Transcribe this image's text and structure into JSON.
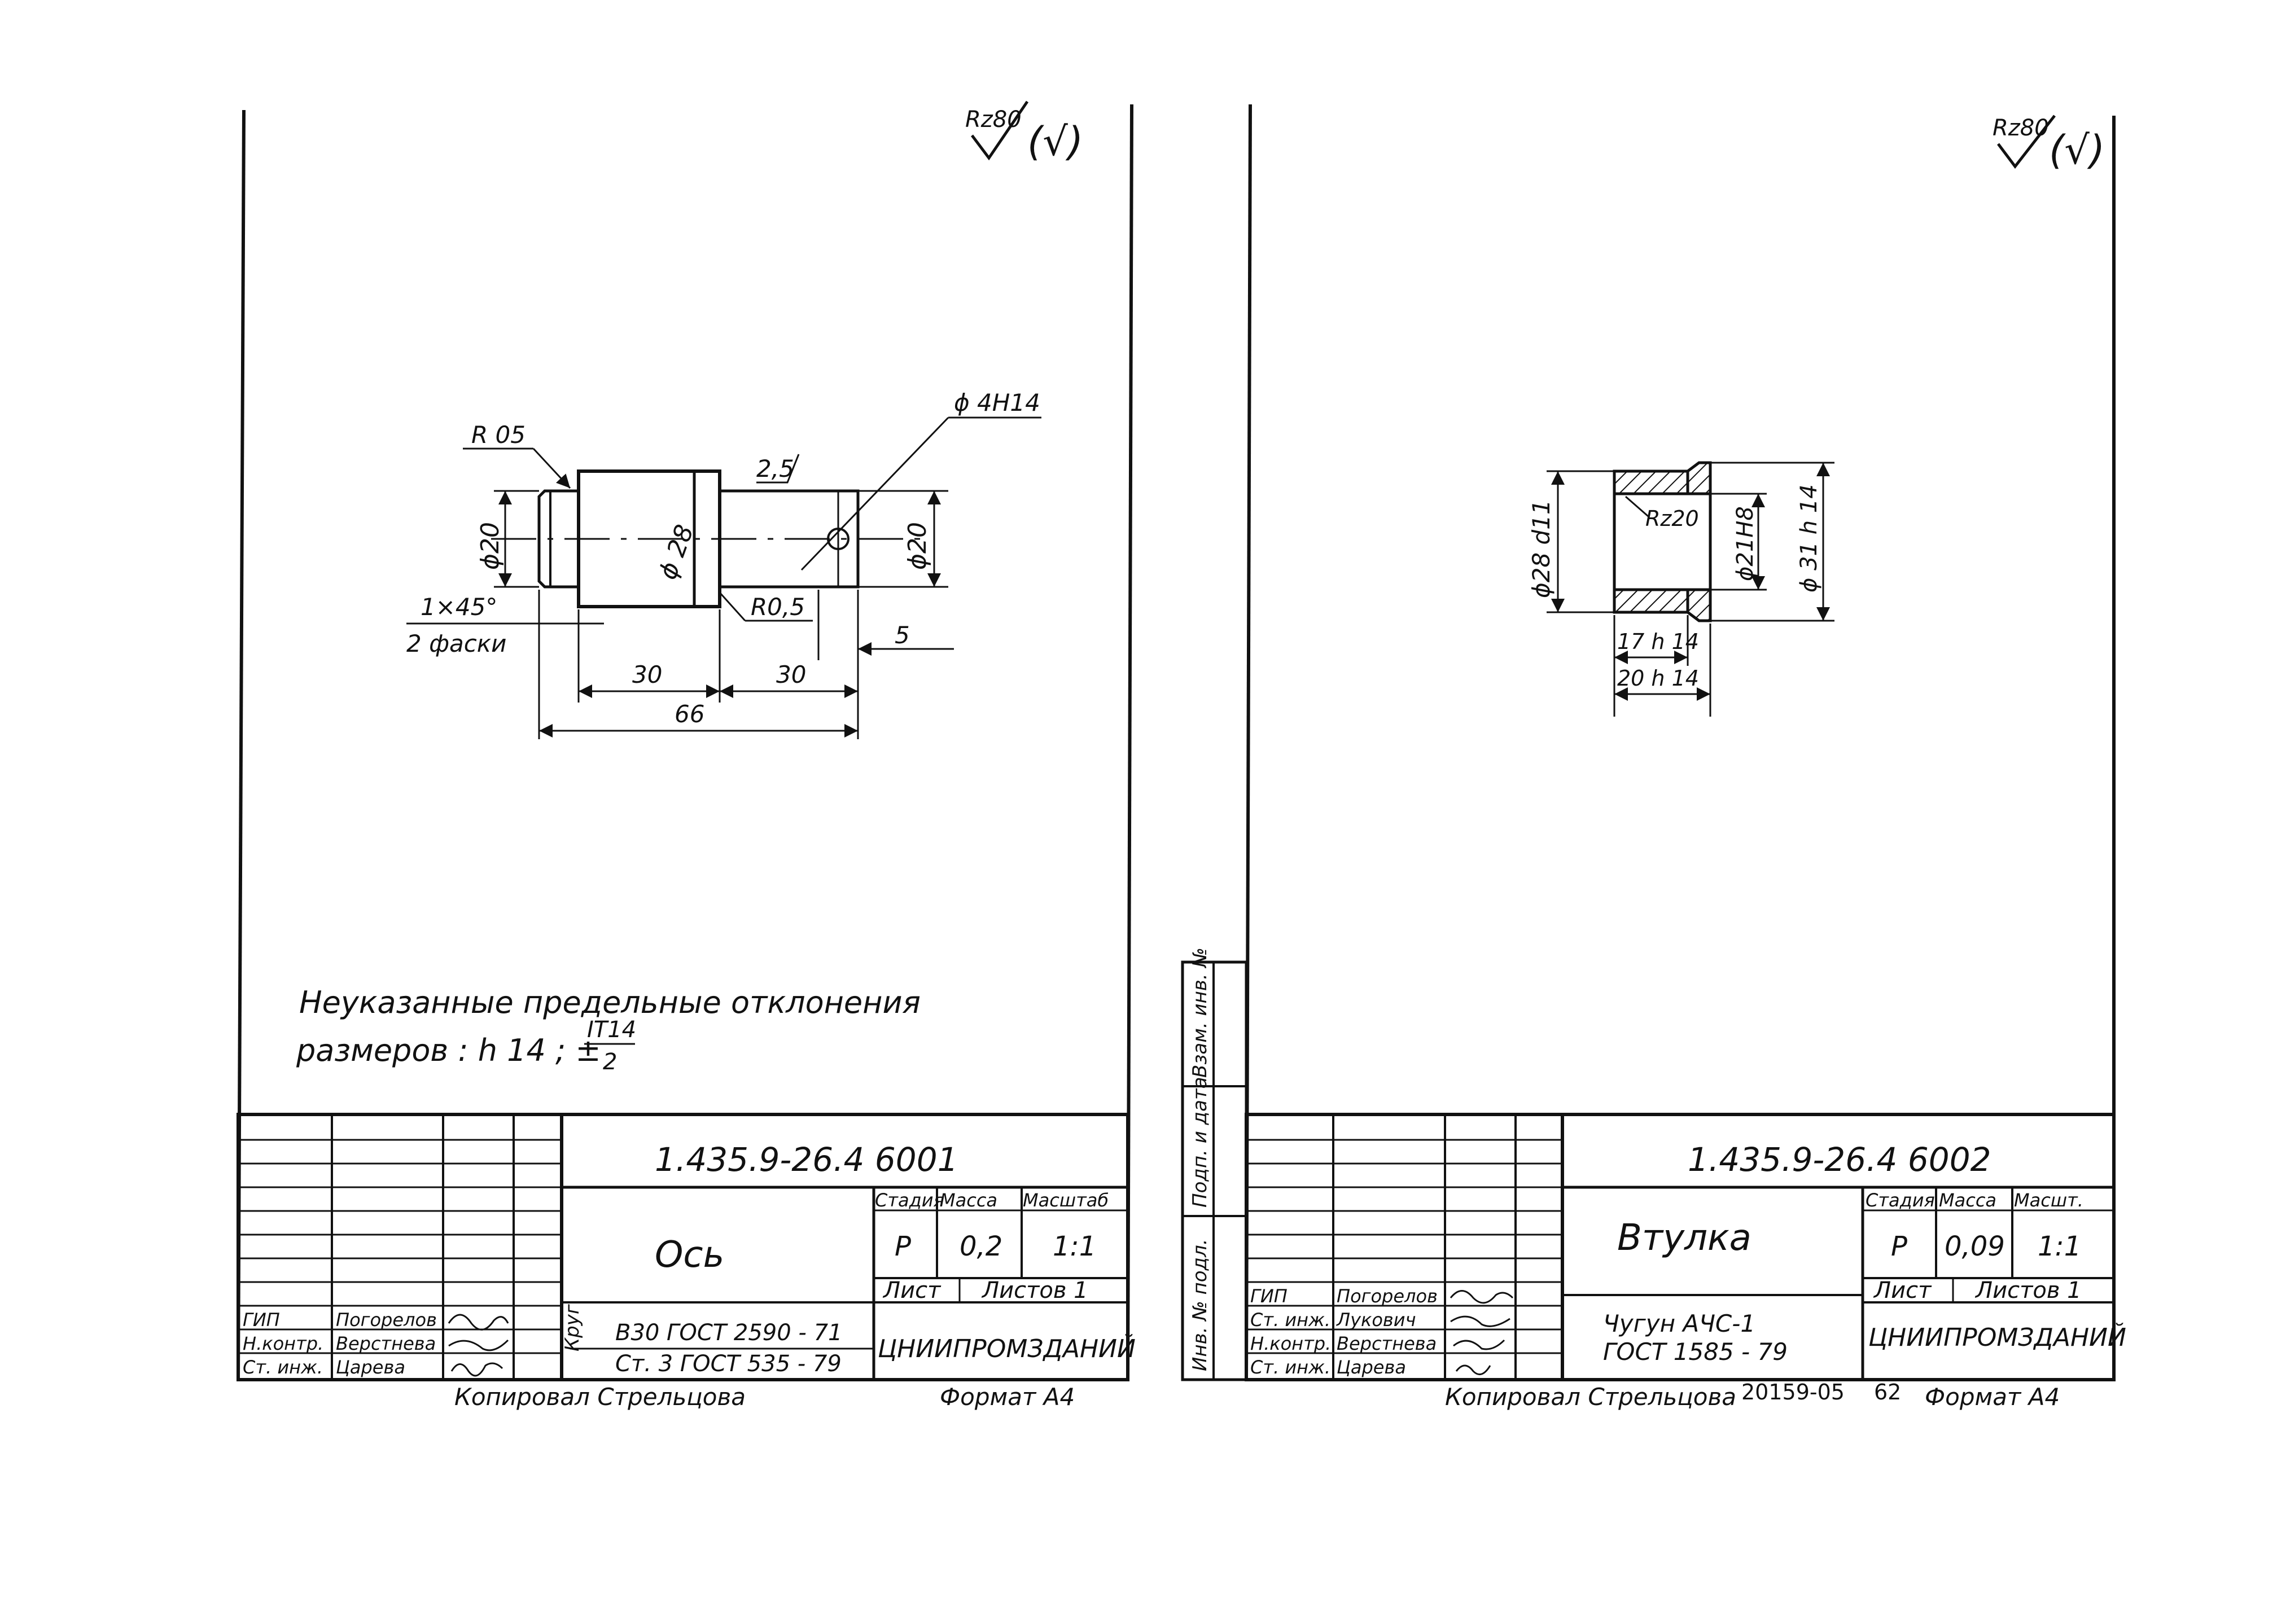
{
  "left_sheet": {
    "roughness": {
      "label": "Rz80",
      "bracket": "(√)"
    },
    "dims": {
      "r05": "R 05",
      "d20_left": "ϕ20",
      "d28": "ϕ 28",
      "d20_right": "ϕ20",
      "roughness_25": "2,5",
      "hole": "ϕ 4H14",
      "r05b": "R0,5",
      "chamfer": "1×45°",
      "chamfer_note": "2 фаски",
      "len30a": "30",
      "len30b": "30",
      "len66": "66",
      "len5": "5"
    },
    "note_line1": "Неуказанные  предельные  отклонения",
    "note_line2": "размеров :  h 14 ;  ±",
    "note_frac_top": "ΙT14",
    "note_frac_bottom": "2",
    "title_block": {
      "doc_number": "1.435.9-26.4   6001",
      "part_name": "Ось",
      "stage_label": "Стадия",
      "mass_label": "Масса",
      "scale_label": "Масштаб",
      "stage": "Р",
      "mass": "0,2",
      "scale": "1:1",
      "sheet_label": "Лист",
      "sheets_label": "Листов 1",
      "material_prefix": "Круг",
      "material_line1": "B30 ГОСТ 2590 - 71",
      "material_line2": "Ст. 3 ГОСТ 535 - 79",
      "organization": "ЦНИИПРОМЗДАНИЙ",
      "roles": [
        "ГИП",
        "Н.контр.",
        "Ст. инж."
      ],
      "names": [
        "Погорелов",
        "Верстнева",
        "Царева"
      ]
    },
    "footer_copied": "Копировал  Стрельцова",
    "footer_format": "Формат A4"
  },
  "right_sheet": {
    "roughness": {
      "label": "Rz80",
      "bracket": "(√)"
    },
    "dims": {
      "d28": "ϕ28 d11",
      "rz20": "Rz20",
      "d21": "ϕ21H8",
      "d31": "ϕ 31 h 14",
      "len17": "17 h 14",
      "len20": "20 h 14"
    },
    "side_stamps": [
      "Взам. инв. №",
      "Подп. и дата",
      "Инв. № подл."
    ],
    "title_block": {
      "doc_number": "1.435.9-26.4   6002",
      "part_name": "Втулка",
      "stage_label": "Стадия",
      "mass_label": "Масса",
      "scale_label": "Масшт.",
      "stage": "Р",
      "mass": "0,09",
      "scale": "1:1",
      "sheet_label": "Лист",
      "sheets_label": "Листов 1",
      "material_line1": "Чугун  АЧС-1",
      "material_line2": "ГОСТ 1585 - 79",
      "organization": "ЦНИИПРОМЗДАНИЙ",
      "roles": [
        "ГИП",
        "Ст. инж.",
        "Н.контр.",
        "Ст. инж."
      ],
      "names": [
        "Погорелов",
        "Лукович",
        "Верстнева",
        "Царева"
      ]
    },
    "footer_copied": "Копировал  Стрельцова",
    "footer_code": "20159-05",
    "footer_page": "62",
    "footer_format": "Формат A4"
  }
}
